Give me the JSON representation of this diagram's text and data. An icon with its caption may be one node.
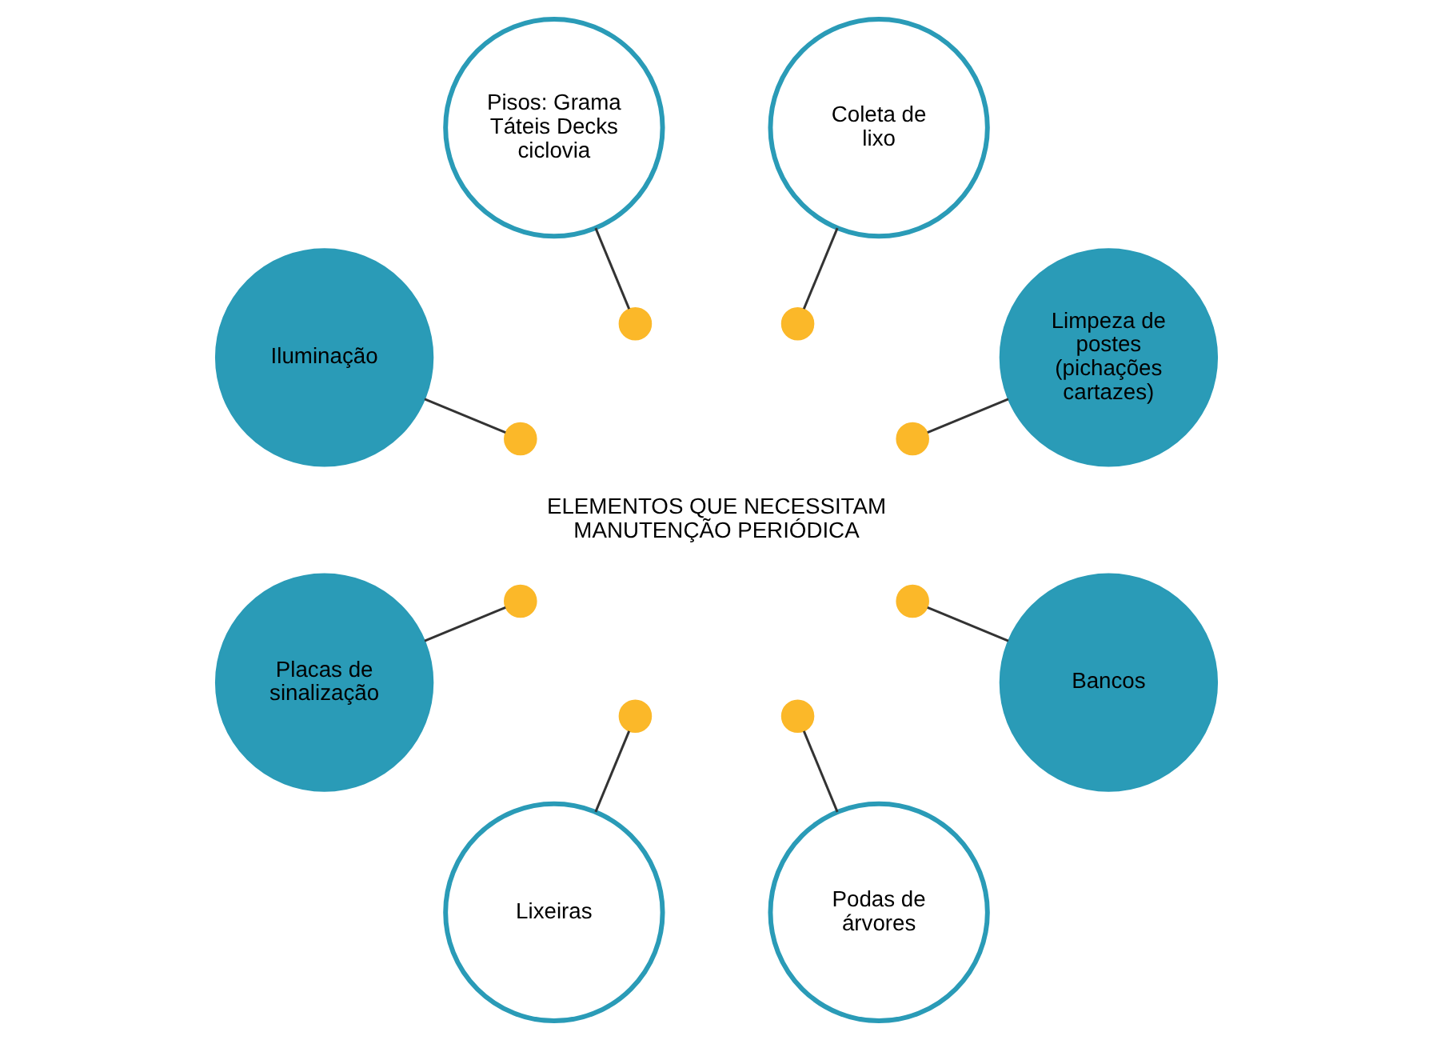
{
  "diagram": {
    "nodes": [
      {
        "text": [
          "Limpeza de postes (pichações cartazes)"
        ]
      },
      {
        "text": [
          "Coleta de lixo"
        ]
      },
      {
        "text": [
          "Pisos: Grama Táteis Decks ciclovia"
        ]
      },
      {
        "text": [
          "Iluminação"
        ]
      },
      {
        "text": [
          "ELEMENTOS QUE NECESSITAM MANUTENÇÃO PERIÓDICA"
        ]
      },
      {
        "text": [
          "Placas de sinalização"
        ]
      },
      {
        "text": [
          "Lixeiras"
        ]
      },
      {
        "text": [
          "Bancos"
        ]
      },
      {
        "text": [
          "Podas de árvores"
        ]
      },
      {
        "text": [],
        "shape": "circle"
      },
      {
        "text": [],
        "shape": "circle"
      },
      {
        "text": [],
        "shape": "circle"
      },
      {
        "text": [],
        "shape": "circle"
      },
      {
        "text": [],
        "shape": "circle"
      },
      {
        "text": [],
        "shape": "circle"
      },
      {
        "text": [],
        "shape": "circle"
      },
      {
        "text": [],
        "shape": "circle"
      }
    ],
    "edges": [
      {
        "from": 0,
        "to": 9,
        "arrow": "none"
      },
      {
        "from": 1,
        "to": 10,
        "arrow": "none"
      },
      {
        "from": 2,
        "to": 11,
        "arrow": "none"
      },
      {
        "from": 3,
        "to": 12,
        "arrow": "none"
      },
      {
        "from": 5,
        "to": 13,
        "arrow": "none"
      },
      {
        "from": 6,
        "to": 14,
        "arrow": "none"
      },
      {
        "from": 8,
        "to": 15,
        "arrow": "none"
      },
      {
        "from": 7,
        "to": 16,
        "arrow": "none"
      }
    ]
  }
}
